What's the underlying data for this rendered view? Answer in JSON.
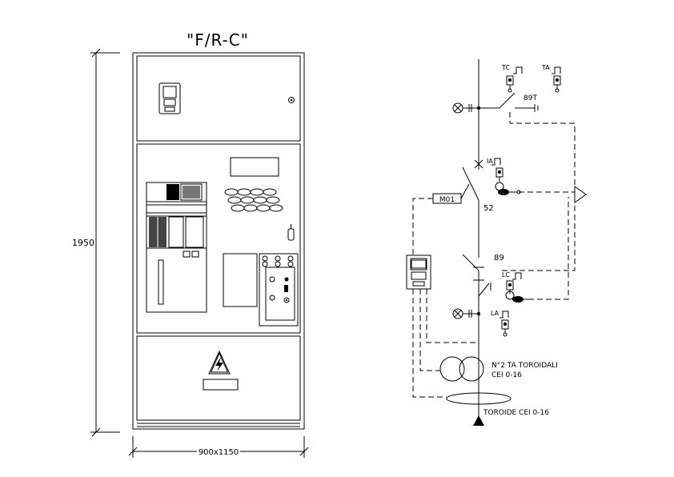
{
  "panel": {
    "title": "\"F/R-C\"",
    "height_label": "1950",
    "width_label": "900x1150"
  },
  "schematic": {
    "labels": {
      "tc": "TC",
      "ta": "TA",
      "label_89t": "89T",
      "ia": "IA",
      "m01": "M01",
      "label_52": "52",
      "label_89": "89",
      "lc": "LC",
      "la": "LA",
      "ta_toroidali": "N°2  TA  TOROIDALI",
      "cei_1": "CEI  0-16",
      "toroide": "TOROIDE  CEI  0-16"
    }
  }
}
